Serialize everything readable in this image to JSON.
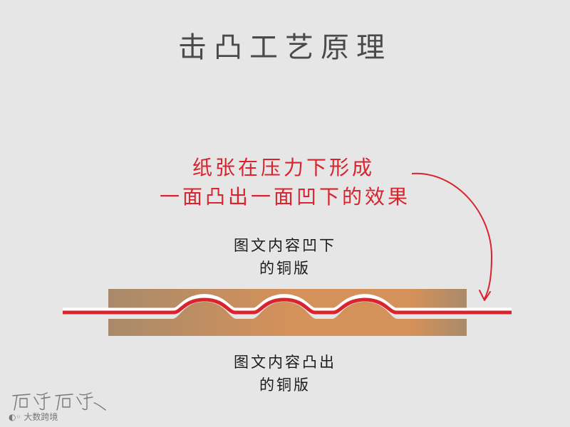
{
  "title": "击凸工艺原理",
  "annotation": {
    "line1": "纸张在压力下形成",
    "line2": "一面凸出一面凹下的效果"
  },
  "top_plate_label": {
    "line1": "图文内容凹下",
    "line2": "的铜版"
  },
  "bottom_plate_label": {
    "line1": "图文内容凸出",
    "line2": "的铜版"
  },
  "watermark": {
    "text": "大数跨境"
  },
  "colors": {
    "background": "#e6e6e6",
    "accent_red": "#d9232d",
    "copper_light": "#d4915a",
    "copper_dark": "#a88a6a",
    "title": "#4a4a4a"
  }
}
